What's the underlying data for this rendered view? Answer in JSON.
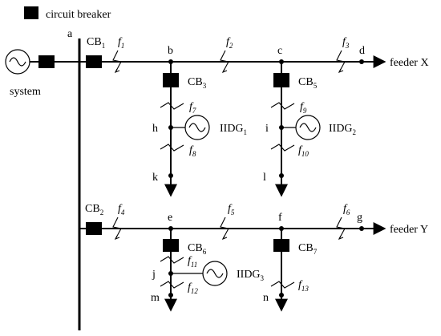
{
  "legend": {
    "label": "circuit breaker"
  },
  "source": {
    "label": "system"
  },
  "buses": {
    "a": "a",
    "b": "b",
    "c": "c",
    "d": "d",
    "e": "e",
    "f": "f",
    "g": "g",
    "h": "h",
    "i": "i",
    "j": "j",
    "k": "k",
    "l": "l",
    "m": "m",
    "n": "n"
  },
  "breakers": [
    {
      "base": "CB",
      "sub": "1"
    },
    {
      "base": "CB",
      "sub": "2"
    },
    {
      "base": "CB",
      "sub": "3"
    },
    {
      "base": "CB",
      "sub": "5"
    },
    {
      "base": "CB",
      "sub": "6"
    },
    {
      "base": "CB",
      "sub": "7"
    }
  ],
  "faults": [
    {
      "base": "f",
      "sub": "1"
    },
    {
      "base": "f",
      "sub": "2"
    },
    {
      "base": "f",
      "sub": "3"
    },
    {
      "base": "f",
      "sub": "4"
    },
    {
      "base": "f",
      "sub": "5"
    },
    {
      "base": "f",
      "sub": "6"
    },
    {
      "base": "f",
      "sub": "7"
    },
    {
      "base": "f",
      "sub": "8"
    },
    {
      "base": "f",
      "sub": "9"
    },
    {
      "base": "f",
      "sub": "10"
    },
    {
      "base": "f",
      "sub": "11"
    },
    {
      "base": "f",
      "sub": "12"
    },
    {
      "base": "f",
      "sub": "13"
    }
  ],
  "dgs": [
    {
      "base": "IIDG",
      "sub": "1"
    },
    {
      "base": "IIDG",
      "sub": "2"
    },
    {
      "base": "IIDG",
      "sub": "3"
    }
  ],
  "feeders": {
    "x": "feeder X",
    "y": "feeder Y"
  }
}
